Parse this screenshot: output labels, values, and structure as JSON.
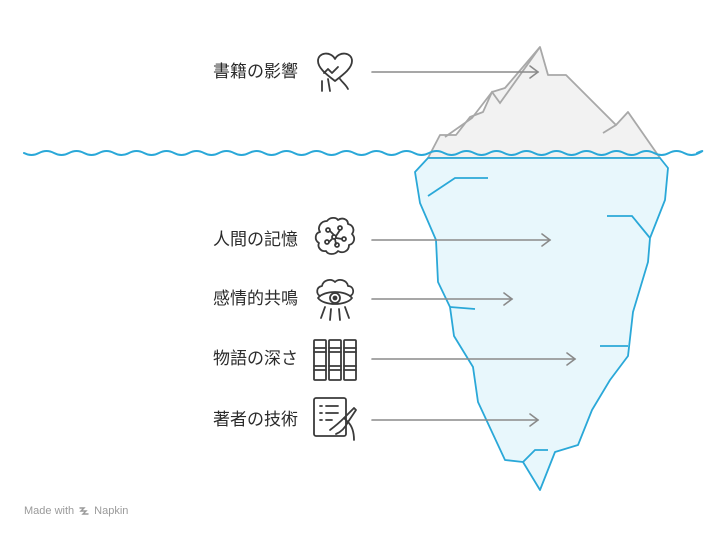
{
  "items": [
    {
      "label": "書籍の影響",
      "icon": "heart-hand-icon"
    },
    {
      "label": "人間の記憶",
      "icon": "brain-icon"
    },
    {
      "label": "感情的共鳴",
      "icon": "eye-cloud-icon"
    },
    {
      "label": "物語の深さ",
      "icon": "books-icon"
    },
    {
      "label": "著者の技術",
      "icon": "writing-hand-icon"
    }
  ],
  "footer": {
    "prefix": "Made with",
    "brand": "Napkin"
  },
  "colors": {
    "water_line": "#2aa8d8",
    "iceberg_fill": "#e8f7fc",
    "tip_fill": "#f2f2f2",
    "tip_stroke": "#a8a8a8",
    "arrow": "#8a8a8a",
    "icon": "#3a3a3a"
  }
}
